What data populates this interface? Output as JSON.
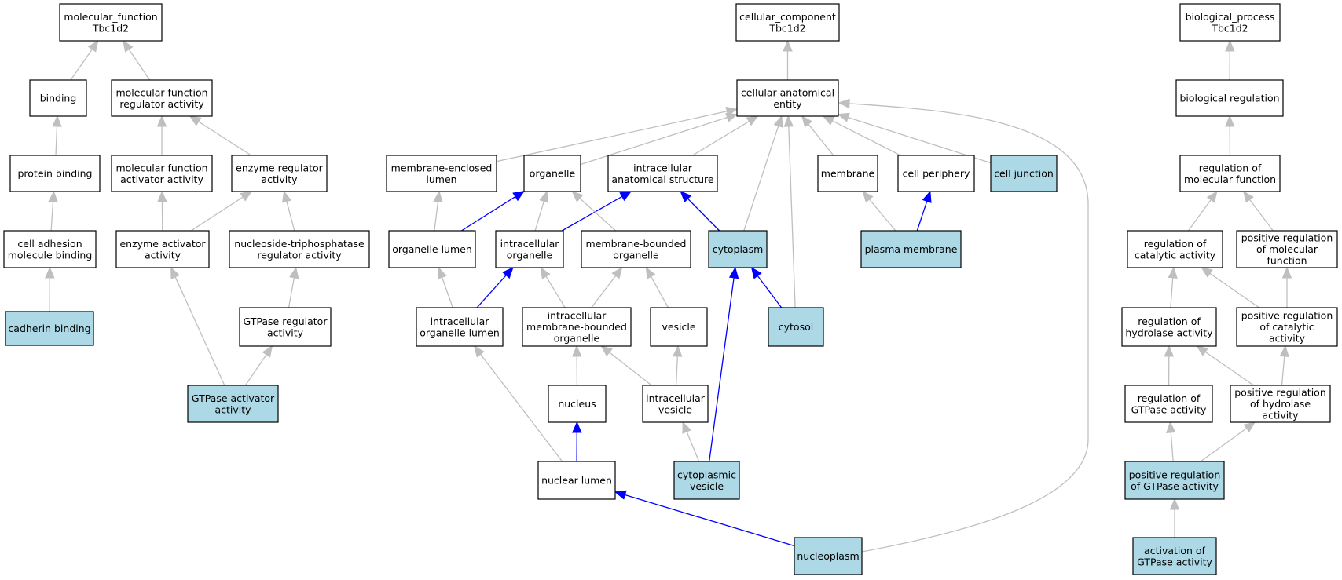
{
  "colors": {
    "highlight_fill": "#add8e6",
    "node_fill": "#ffffff",
    "edge_gray": "#bfbfbf",
    "edge_blue": "#0000ff"
  },
  "nodes": [
    {
      "id": "mf_root",
      "lines": [
        "molecular_function",
        "Tbc1d2"
      ],
      "highlight": false
    },
    {
      "id": "binding",
      "lines": [
        "binding"
      ],
      "highlight": false
    },
    {
      "id": "mf_reg",
      "lines": [
        "molecular function",
        "regulator activity"
      ],
      "highlight": false
    },
    {
      "id": "protein_binding",
      "lines": [
        "protein binding"
      ],
      "highlight": false
    },
    {
      "id": "mf_act",
      "lines": [
        "molecular function",
        "activator activity"
      ],
      "highlight": false
    },
    {
      "id": "enz_reg",
      "lines": [
        "enzyme regulator",
        "activity"
      ],
      "highlight": false
    },
    {
      "id": "cell_adh",
      "lines": [
        "cell adhesion",
        "molecule binding"
      ],
      "highlight": false
    },
    {
      "id": "enz_act",
      "lines": [
        "enzyme activator",
        "activity"
      ],
      "highlight": false
    },
    {
      "id": "ntp_reg",
      "lines": [
        "nucleoside-triphosphatase",
        "regulator activity"
      ],
      "highlight": false
    },
    {
      "id": "cadherin",
      "lines": [
        "cadherin binding"
      ],
      "highlight": true
    },
    {
      "id": "gtpase_reg",
      "lines": [
        "GTPase regulator",
        "activity"
      ],
      "highlight": false
    },
    {
      "id": "gtpase_act",
      "lines": [
        "GTPase activator",
        "activity"
      ],
      "highlight": true
    },
    {
      "id": "cc_root",
      "lines": [
        "cellular_component",
        "Tbc1d2"
      ],
      "highlight": false
    },
    {
      "id": "cae",
      "lines": [
        "cellular anatomical",
        "entity"
      ],
      "highlight": false
    },
    {
      "id": "mel",
      "lines": [
        "membrane-enclosed",
        "lumen"
      ],
      "highlight": false
    },
    {
      "id": "organelle",
      "lines": [
        "organelle"
      ],
      "highlight": false
    },
    {
      "id": "ias",
      "lines": [
        "intracellular",
        "anatomical structure"
      ],
      "highlight": false
    },
    {
      "id": "membrane",
      "lines": [
        "membrane"
      ],
      "highlight": false
    },
    {
      "id": "cell_periphery",
      "lines": [
        "cell periphery"
      ],
      "highlight": false
    },
    {
      "id": "cell_junction",
      "lines": [
        "cell junction"
      ],
      "highlight": true
    },
    {
      "id": "org_lumen",
      "lines": [
        "organelle lumen"
      ],
      "highlight": false
    },
    {
      "id": "ic_org",
      "lines": [
        "intracellular",
        "organelle"
      ],
      "highlight": false
    },
    {
      "id": "mbo",
      "lines": [
        "membrane-bounded",
        "organelle"
      ],
      "highlight": false
    },
    {
      "id": "cytoplasm",
      "lines": [
        "cytoplasm"
      ],
      "highlight": true
    },
    {
      "id": "plasma_mem",
      "lines": [
        "plasma membrane"
      ],
      "highlight": true
    },
    {
      "id": "ic_org_lumen",
      "lines": [
        "intracellular",
        "organelle lumen"
      ],
      "highlight": false
    },
    {
      "id": "ic_mbo",
      "lines": [
        "intracellular",
        "membrane-bounded",
        "organelle"
      ],
      "highlight": false
    },
    {
      "id": "vesicle",
      "lines": [
        "vesicle"
      ],
      "highlight": false
    },
    {
      "id": "cytosol",
      "lines": [
        "cytosol"
      ],
      "highlight": true
    },
    {
      "id": "nucleus",
      "lines": [
        "nucleus"
      ],
      "highlight": false
    },
    {
      "id": "ic_vesicle",
      "lines": [
        "intracellular",
        "vesicle"
      ],
      "highlight": false
    },
    {
      "id": "nuc_lumen",
      "lines": [
        "nuclear lumen"
      ],
      "highlight": false
    },
    {
      "id": "cyto_vesicle",
      "lines": [
        "cytoplasmic",
        "vesicle"
      ],
      "highlight": true
    },
    {
      "id": "nucleoplasm",
      "lines": [
        "nucleoplasm"
      ],
      "highlight": true
    },
    {
      "id": "bp_root",
      "lines": [
        "biological_process",
        "Tbc1d2"
      ],
      "highlight": false
    },
    {
      "id": "bio_reg",
      "lines": [
        "biological regulation"
      ],
      "highlight": false
    },
    {
      "id": "reg_mf",
      "lines": [
        "regulation of",
        "molecular function"
      ],
      "highlight": false
    },
    {
      "id": "reg_cat",
      "lines": [
        "regulation of",
        "catalytic activity"
      ],
      "highlight": false
    },
    {
      "id": "pos_reg_mf",
      "lines": [
        "positive regulation",
        "of molecular",
        "function"
      ],
      "highlight": false
    },
    {
      "id": "reg_hyd",
      "lines": [
        "regulation of",
        "hydrolase activity"
      ],
      "highlight": false
    },
    {
      "id": "pos_reg_cat",
      "lines": [
        "positive regulation",
        "of catalytic",
        "activity"
      ],
      "highlight": false
    },
    {
      "id": "reg_gtp",
      "lines": [
        "regulation of",
        "GTPase activity"
      ],
      "highlight": false
    },
    {
      "id": "pos_reg_hyd",
      "lines": [
        "positive regulation",
        "of hydrolase",
        "activity"
      ],
      "highlight": false
    },
    {
      "id": "pos_reg_gtp",
      "lines": [
        "positive regulation",
        "of GTPase activity"
      ],
      "highlight": true
    },
    {
      "id": "act_gtp",
      "lines": [
        "activation of",
        "GTPase activity"
      ],
      "highlight": true
    }
  ],
  "edges": [
    {
      "from": "binding",
      "to": "mf_root",
      "color": "gray"
    },
    {
      "from": "mf_reg",
      "to": "mf_root",
      "color": "gray"
    },
    {
      "from": "protein_binding",
      "to": "binding",
      "color": "gray"
    },
    {
      "from": "mf_act",
      "to": "mf_reg",
      "color": "gray"
    },
    {
      "from": "enz_reg",
      "to": "mf_reg",
      "color": "gray"
    },
    {
      "from": "cell_adh",
      "to": "protein_binding",
      "color": "gray"
    },
    {
      "from": "enz_act",
      "to": "mf_act",
      "color": "gray"
    },
    {
      "from": "enz_act",
      "to": "enz_reg",
      "color": "gray"
    },
    {
      "from": "ntp_reg",
      "to": "enz_reg",
      "color": "gray"
    },
    {
      "from": "cadherin",
      "to": "cell_adh",
      "color": "gray"
    },
    {
      "from": "gtpase_reg",
      "to": "ntp_reg",
      "color": "gray"
    },
    {
      "from": "gtpase_act",
      "to": "enz_act",
      "color": "gray"
    },
    {
      "from": "gtpase_act",
      "to": "gtpase_reg",
      "color": "gray"
    },
    {
      "from": "cae",
      "to": "cc_root",
      "color": "gray"
    },
    {
      "from": "mel",
      "to": "cae",
      "color": "gray"
    },
    {
      "from": "organelle",
      "to": "cae",
      "color": "gray"
    },
    {
      "from": "ias",
      "to": "cae",
      "color": "gray"
    },
    {
      "from": "membrane",
      "to": "cae",
      "color": "gray"
    },
    {
      "from": "cell_periphery",
      "to": "cae",
      "color": "gray"
    },
    {
      "from": "cell_junction",
      "to": "cae",
      "color": "gray"
    },
    {
      "from": "cytoplasm",
      "to": "cae",
      "color": "gray"
    },
    {
      "from": "cytosol",
      "to": "cae",
      "color": "gray"
    },
    {
      "from": "nucleoplasm",
      "to": "cae",
      "color": "gray"
    },
    {
      "from": "org_lumen",
      "to": "mel",
      "color": "gray"
    },
    {
      "from": "org_lumen",
      "to": "organelle",
      "color": "blue"
    },
    {
      "from": "ic_org",
      "to": "organelle",
      "color": "gray"
    },
    {
      "from": "ic_org",
      "to": "ias",
      "color": "blue"
    },
    {
      "from": "mbo",
      "to": "organelle",
      "color": "gray"
    },
    {
      "from": "cytoplasm",
      "to": "ias",
      "color": "blue"
    },
    {
      "from": "plasma_mem",
      "to": "membrane",
      "color": "gray"
    },
    {
      "from": "plasma_mem",
      "to": "cell_periphery",
      "color": "blue"
    },
    {
      "from": "ic_org_lumen",
      "to": "org_lumen",
      "color": "gray"
    },
    {
      "from": "ic_org_lumen",
      "to": "ic_org",
      "color": "blue"
    },
    {
      "from": "ic_mbo",
      "to": "ic_org",
      "color": "gray"
    },
    {
      "from": "ic_mbo",
      "to": "mbo",
      "color": "gray"
    },
    {
      "from": "vesicle",
      "to": "mbo",
      "color": "gray"
    },
    {
      "from": "cytosol",
      "to": "cytoplasm",
      "color": "blue"
    },
    {
      "from": "nucleus",
      "to": "ic_mbo",
      "color": "gray"
    },
    {
      "from": "ic_vesicle",
      "to": "ic_mbo",
      "color": "gray"
    },
    {
      "from": "ic_vesicle",
      "to": "vesicle",
      "color": "gray"
    },
    {
      "from": "nuc_lumen",
      "to": "ic_org_lumen",
      "color": "gray"
    },
    {
      "from": "nuc_lumen",
      "to": "nucleus",
      "color": "blue"
    },
    {
      "from": "cyto_vesicle",
      "to": "ic_vesicle",
      "color": "gray"
    },
    {
      "from": "cyto_vesicle",
      "to": "cytoplasm",
      "color": "blue"
    },
    {
      "from": "nucleoplasm",
      "to": "nuc_lumen",
      "color": "blue"
    },
    {
      "from": "bio_reg",
      "to": "bp_root",
      "color": "gray"
    },
    {
      "from": "reg_mf",
      "to": "bio_reg",
      "color": "gray"
    },
    {
      "from": "reg_cat",
      "to": "reg_mf",
      "color": "gray"
    },
    {
      "from": "pos_reg_mf",
      "to": "reg_mf",
      "color": "gray"
    },
    {
      "from": "reg_hyd",
      "to": "reg_cat",
      "color": "gray"
    },
    {
      "from": "pos_reg_cat",
      "to": "reg_cat",
      "color": "gray"
    },
    {
      "from": "pos_reg_cat",
      "to": "pos_reg_mf",
      "color": "gray"
    },
    {
      "from": "reg_gtp",
      "to": "reg_hyd",
      "color": "gray"
    },
    {
      "from": "pos_reg_hyd",
      "to": "reg_hyd",
      "color": "gray"
    },
    {
      "from": "pos_reg_hyd",
      "to": "pos_reg_cat",
      "color": "gray"
    },
    {
      "from": "pos_reg_gtp",
      "to": "reg_gtp",
      "color": "gray"
    },
    {
      "from": "pos_reg_gtp",
      "to": "pos_reg_hyd",
      "color": "gray"
    },
    {
      "from": "act_gtp",
      "to": "pos_reg_gtp",
      "color": "gray"
    }
  ]
}
